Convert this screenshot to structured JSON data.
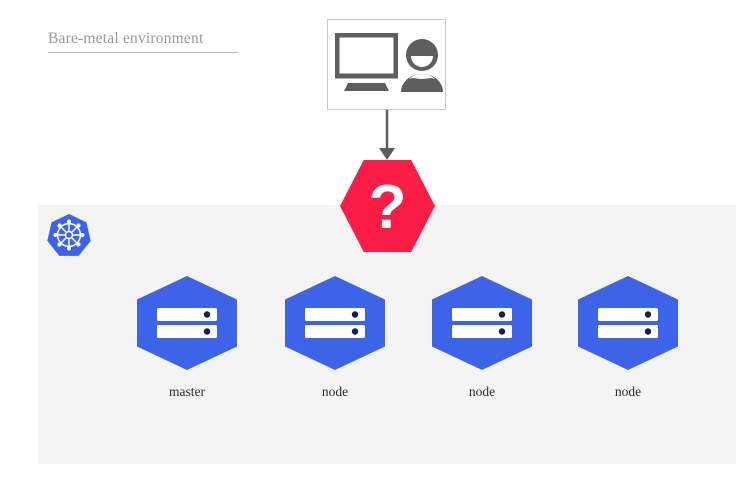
{
  "diagram": {
    "title": "Bare-metal environment",
    "background_color": "#ffffff",
    "panel_color": "#f4f4f4",
    "node_color": "#3D64E8",
    "question_color": "#FA1E46",
    "title_color": "#9a9a9a",
    "label_color": "#2e2e2e",
    "icon_color": "#5e5e5e"
  },
  "workstation": {
    "name": "workstation-box",
    "icons": [
      "monitor-icon",
      "person-icon"
    ]
  },
  "arrow": {
    "name": "flow-arrow",
    "direction": "down"
  },
  "question": {
    "name": "question-hexagon",
    "glyph": "?"
  },
  "cluster": {
    "logo_name": "kubernetes-logo",
    "nodes": [
      {
        "label": "master",
        "icon": "server-icon"
      },
      {
        "label": "node",
        "icon": "server-icon"
      },
      {
        "label": "node",
        "icon": "server-icon"
      },
      {
        "label": "node",
        "icon": "server-icon"
      }
    ]
  }
}
